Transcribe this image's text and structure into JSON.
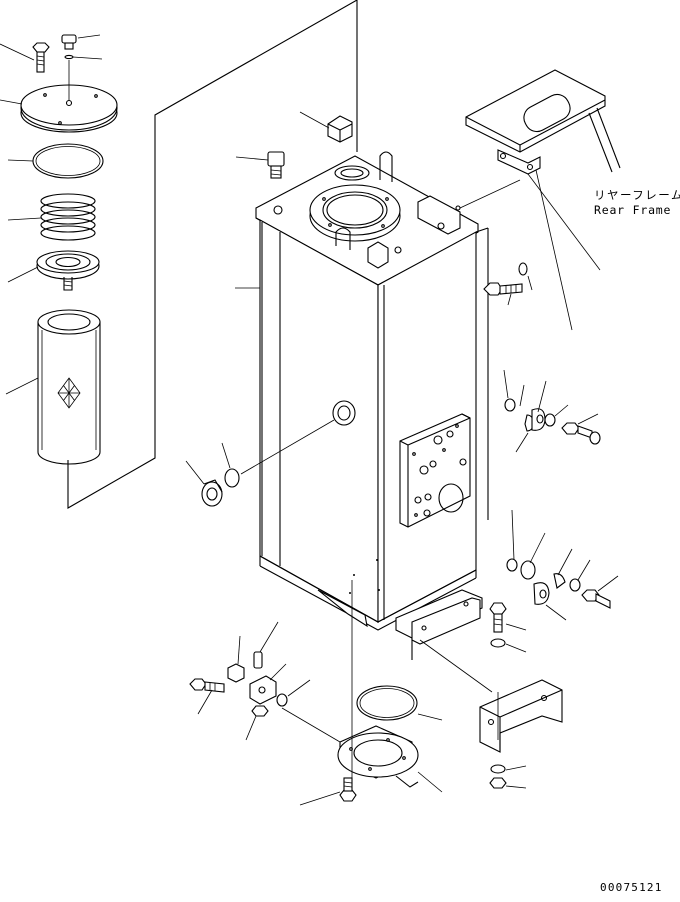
{
  "diagram": {
    "callout": {
      "japanese": "リヤーフレーム",
      "english": "Rear Frame"
    },
    "drawing_number": "00075121"
  }
}
